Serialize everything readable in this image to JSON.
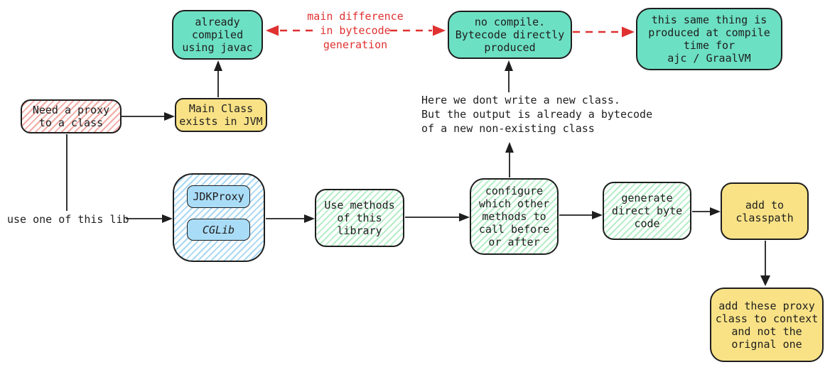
{
  "diagram": {
    "title_hint": "proxy bytecode generation flowchart",
    "colors": {
      "teal_fill": "#6ce0c3",
      "yellow_fill": "#f9e286",
      "blue_fill": "#a9dcf7",
      "pink_hatch": "#f2aaa4",
      "blue_hatch": "#a8d7f2",
      "green_hatch": "#b6eec7",
      "stroke": "#1e1e1e",
      "red_accent": "#e03131",
      "background": "#ffffff"
    },
    "nodes": {
      "need_proxy": {
        "label": "Need a proxy\nto a class",
        "style": "pink-hachure"
      },
      "main_class": {
        "label": "Main Class\nexists in JVM",
        "style": "yellow-solid"
      },
      "already_compiled": {
        "label": "already\ncompiled\nusing javac",
        "style": "teal-solid"
      },
      "no_compile": {
        "label": "no compile.\nBytecode directly\nproduced",
        "style": "teal-solid"
      },
      "same_thing": {
        "label": "this same thing is\nproduced at compile\ntime for\najc / GraalVM",
        "style": "teal-solid"
      },
      "libs_container": {
        "label": "",
        "style": "blue-hachure"
      },
      "jdkproxy": {
        "label": "JDKProxy",
        "style": "blue-solid"
      },
      "cglib": {
        "label": "CGLib",
        "style": "blue-solid-italic"
      },
      "use_methods": {
        "label": "Use methods\nof this\nlibrary",
        "style": "green-hachure"
      },
      "configure": {
        "label": "configure\nwhich other\nmethods to\ncall before\nor after",
        "style": "green-hachure"
      },
      "generate": {
        "label": "generate\ndirect byte\ncode",
        "style": "green-hachure"
      },
      "add_classpath": {
        "label": "add to\nclasspath",
        "style": "yellow-solid"
      },
      "add_proxy_context": {
        "label": "add these proxy\nclass to context\nand not the\norignal one",
        "style": "yellow-solid"
      }
    },
    "annotations": {
      "main_difference": {
        "label": "main difference\nin bytecode\ngeneration",
        "color": "#e03131"
      },
      "here_we_note": {
        "label": "Here we dont write a new class.\nBut the output is already a bytecode\nof a new non-existing class",
        "color": "#1e1e1e"
      },
      "use_lib": {
        "label": "use one of this lib",
        "color": "#1e1e1e"
      }
    },
    "edges": [
      {
        "from": "need_proxy",
        "to": "main_class",
        "style": "solid-arrow"
      },
      {
        "from": "main_class",
        "to": "already_compiled",
        "style": "solid-arrow"
      },
      {
        "from": "need_proxy",
        "to": "use_lib",
        "style": "solid-line"
      },
      {
        "from": "use_lib",
        "to": "libs_container",
        "style": "solid-arrow"
      },
      {
        "from": "libs_container",
        "to": "use_methods",
        "style": "solid-arrow"
      },
      {
        "from": "use_methods",
        "to": "configure",
        "style": "solid-arrow"
      },
      {
        "from": "configure",
        "to": "generate",
        "style": "solid-arrow"
      },
      {
        "from": "generate",
        "to": "add_classpath",
        "style": "solid-arrow"
      },
      {
        "from": "add_classpath",
        "to": "add_proxy_context",
        "style": "solid-arrow"
      },
      {
        "from": "configure",
        "to": "here_we_note",
        "style": "solid-arrow"
      },
      {
        "from": "here_we_note",
        "to": "no_compile",
        "style": "solid-arrow"
      },
      {
        "from": "already_compiled",
        "to": "no_compile",
        "style": "red-dashed-double-arrow",
        "label": "main difference in bytecode generation"
      },
      {
        "from": "no_compile",
        "to": "same_thing",
        "style": "red-dashed-arrow"
      }
    ]
  }
}
